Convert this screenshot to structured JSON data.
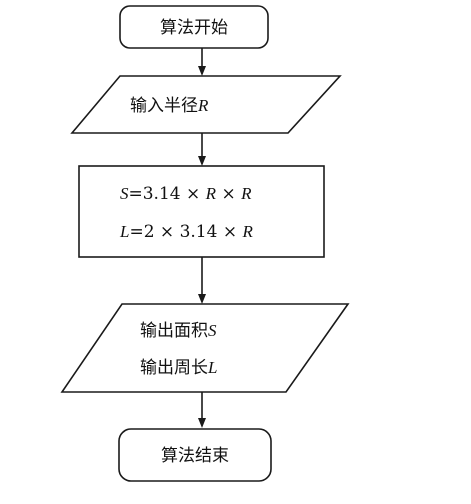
{
  "start": {
    "text": "算法开始"
  },
  "input": {
    "prefix": "输入半径",
    "var": "R"
  },
  "process": {
    "line1": {
      "lhs": "S",
      "expr": "=3.14 × ",
      "v1": "R",
      "times": " × ",
      "v2": "R"
    },
    "line2": {
      "lhs": "L",
      "expr": "=2 × 3.14 × ",
      "v1": "R"
    }
  },
  "output": {
    "line1": {
      "prefix": "输出面积",
      "var": "S"
    },
    "line2": {
      "prefix": "输出周长",
      "var": "L"
    }
  },
  "end": {
    "text": "算法结束"
  }
}
